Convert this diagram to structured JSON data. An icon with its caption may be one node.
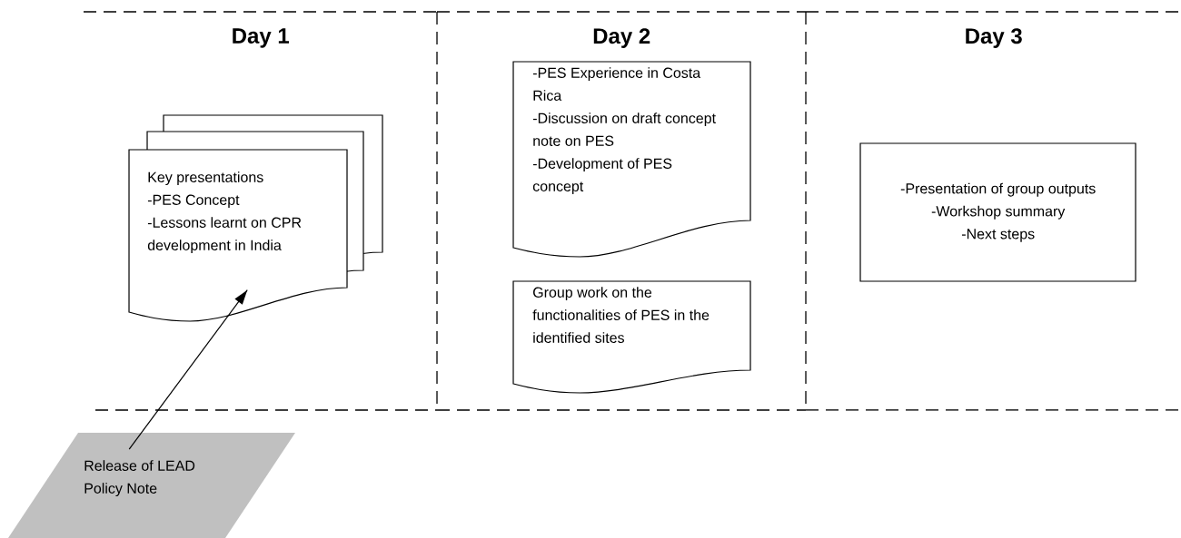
{
  "diagram": {
    "nodes": [
      {
        "text": [
          "Day 1"
        ]
      },
      {
        "text": [
          "Key presentations",
          "-PES Concept",
          "-Lessons learnt on CPR development in India"
        ],
        "in": 0
      },
      {
        "text": [
          "Day 2"
        ]
      },
      {
        "text": [
          "-PES Experience in Costa Rica",
          "-Discussion on draft concept note on PES",
          "-Development of PES concept"
        ],
        "in": 2
      },
      {
        "text": [
          "Group work on the functionalities of PES in the identified sites"
        ],
        "in": 2
      },
      {
        "text": [
          "Day 3"
        ]
      },
      {
        "text": [
          "-Presentation of group outputs",
          "-Workshop summary",
          "-Next steps"
        ],
        "in": 5
      },
      {
        "text": [
          "Release of LEAD Policy Note"
        ]
      }
    ],
    "edges": [
      {
        "from": 7,
        "to": 1,
        "arrow": "to"
      }
    ]
  }
}
